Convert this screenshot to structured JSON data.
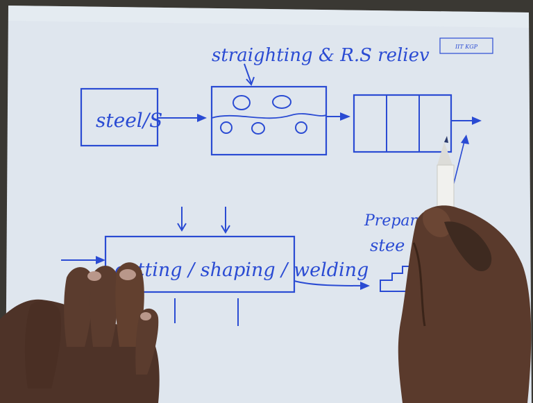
{
  "sketch": {
    "stamp": "IIT KGP",
    "top_annotation": "straighting & R.S reliev",
    "box1_text": "steel/S",
    "box4_text": "cutting / shaping / welding",
    "side_text_1": "Prepare",
    "side_text_2": "stee"
  }
}
